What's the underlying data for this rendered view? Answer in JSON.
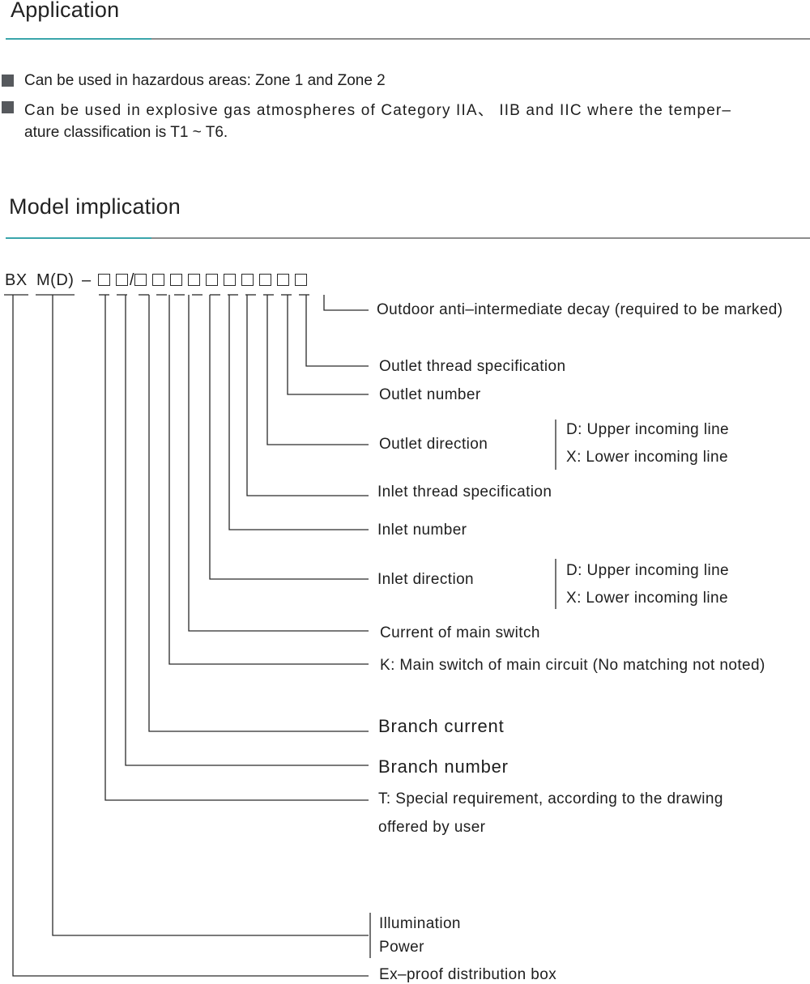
{
  "application": {
    "title": "Application",
    "bullets": [
      {
        "line1": "Can be used in hazardous areas: Zone 1 and Zone 2"
      },
      {
        "line1": "Can be used in explosive gas atmospheres of Category IIA、 IIB and IIC where the temper–",
        "line2": "ature classification is T1 ~ T6."
      }
    ]
  },
  "model": {
    "title": "Model implication",
    "code": {
      "bx": "BX",
      "md": "M(D)",
      "dash": "–",
      "slash": "/"
    },
    "labels": {
      "outdoor": "Outdoor anti–intermediate decay (required to be marked)",
      "outlet_thread": "Outlet thread specification",
      "outlet_number": "Outlet number",
      "outlet_direction": "Outlet direction",
      "outlet_dir_d": "D: Upper incoming line",
      "outlet_dir_x": "X: Lower incoming line",
      "inlet_thread": "Inlet thread specification",
      "inlet_number": "Inlet number",
      "inlet_direction": "Inlet direction",
      "inlet_dir_d": "D: Upper incoming line",
      "inlet_dir_x": "X: Lower incoming line",
      "main_switch_current": "Current of main switch",
      "main_switch": "K: Main switch of main circuit (No matching not noted)",
      "branch_current": "Branch current",
      "branch_number": "Branch number",
      "special_line1": "T: Special requirement, according to the drawing",
      "special_line2": "offered by user",
      "illumination": "Illumination",
      "power": "Power",
      "ex_proof": "Ex–proof distribution box"
    }
  },
  "colors": {
    "accent": "#3aa5ab",
    "rule_gray": "#8d8d8d",
    "bullet": "#56595d",
    "text": "#1e1e1e"
  }
}
